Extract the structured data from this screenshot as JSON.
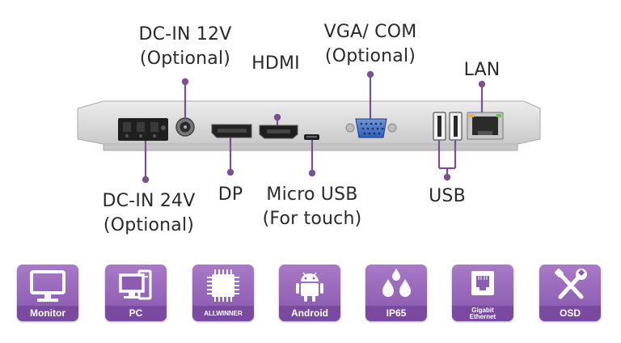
{
  "labels": {
    "dc_in_12v": "DC-IN 12V",
    "dc_in_12v_note": "(Optional)",
    "hdmi": "HDMI",
    "vga_com": "VGA/ COM",
    "vga_com_note": "(Optional)",
    "lan": "LAN",
    "dc_in_24v": "DC-IN 24V",
    "dc_in_24v_note": "(Optional)",
    "dp": "DP",
    "micro_usb": "Micro USB",
    "micro_usb_note": "(For touch)",
    "usb": "USB"
  },
  "colors": {
    "accent": "#8a5aae",
    "caption_band": "#7a4aa0",
    "panel": "#d8d8d8",
    "leader_line": "#7a4f94"
  },
  "features": [
    {
      "label": "Monitor",
      "icon": "monitor-icon"
    },
    {
      "label": "PC",
      "icon": "pc-icon"
    },
    {
      "label": "ALLWINNER",
      "icon": "chip-icon"
    },
    {
      "label": "Android",
      "icon": "android-icon"
    },
    {
      "label": "IP65",
      "icon": "water-drops-icon"
    },
    {
      "label": "Gigabit Ethernet",
      "label_line1": "Gigabit",
      "label_line2": "Ethernet",
      "icon": "ethernet-port-icon"
    },
    {
      "label": "OSD",
      "icon": "tools-icon"
    }
  ]
}
